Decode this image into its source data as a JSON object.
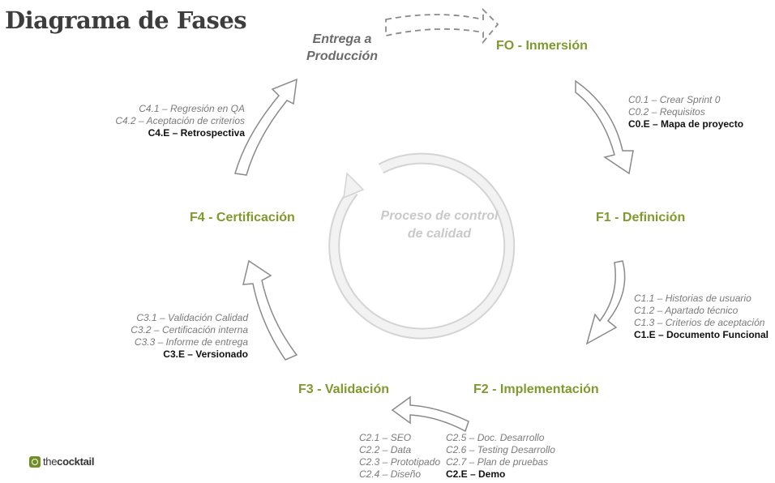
{
  "title": "Diagrama de Fases",
  "delivery": {
    "line1": "Entrega a",
    "line2": "Producción"
  },
  "center": {
    "line1": "Proceso de control",
    "line2": "de calidad"
  },
  "phases": {
    "f0": "FO - Inmersión",
    "f1": "F1 - Definición",
    "f2": "F2 - Implementación",
    "f3": "F3 - Validación",
    "f4": "F4 - Certificación"
  },
  "tasks": {
    "f0": [
      "C0.1 – Crear Sprint 0",
      "C0.2 – Requisitos",
      "C0.E – Mapa de proyecto"
    ],
    "f1": [
      "C1.1 – Historias de usuario",
      "C1.2 – Apartado técnico",
      "C1.3 – Criterios de aceptación",
      "C1.E – Documento Funcional"
    ],
    "f2_left": [
      "C2.1 – SEO",
      "C2.2 – Data",
      "C2.3 – Prototipado",
      "C2.4 – Diseño"
    ],
    "f2_right": [
      "C2.5 – Doc. Desarrollo",
      "C2.6 – Testing Desarrollo",
      "C2.7 – Plan de pruebas",
      "C2.E – Demo"
    ],
    "f3": [
      "C3.1 – Validación Calidad",
      "C3.2 – Certificación interna",
      "C3.3 – Informe de entrega",
      "C3.E – Versionado"
    ],
    "f4": [
      "C4.1 – Regresión en QA",
      "C4.2 – Aceptación de criterios",
      "C4.E – Retrospectiva"
    ]
  },
  "logo": {
    "part1": "the",
    "part2": "cocktail"
  },
  "colors": {
    "phase": "#7e9a2c",
    "arrow_stroke": "#8a8a8a",
    "title": "#3d3d3d",
    "logo": "#6f8f26"
  }
}
